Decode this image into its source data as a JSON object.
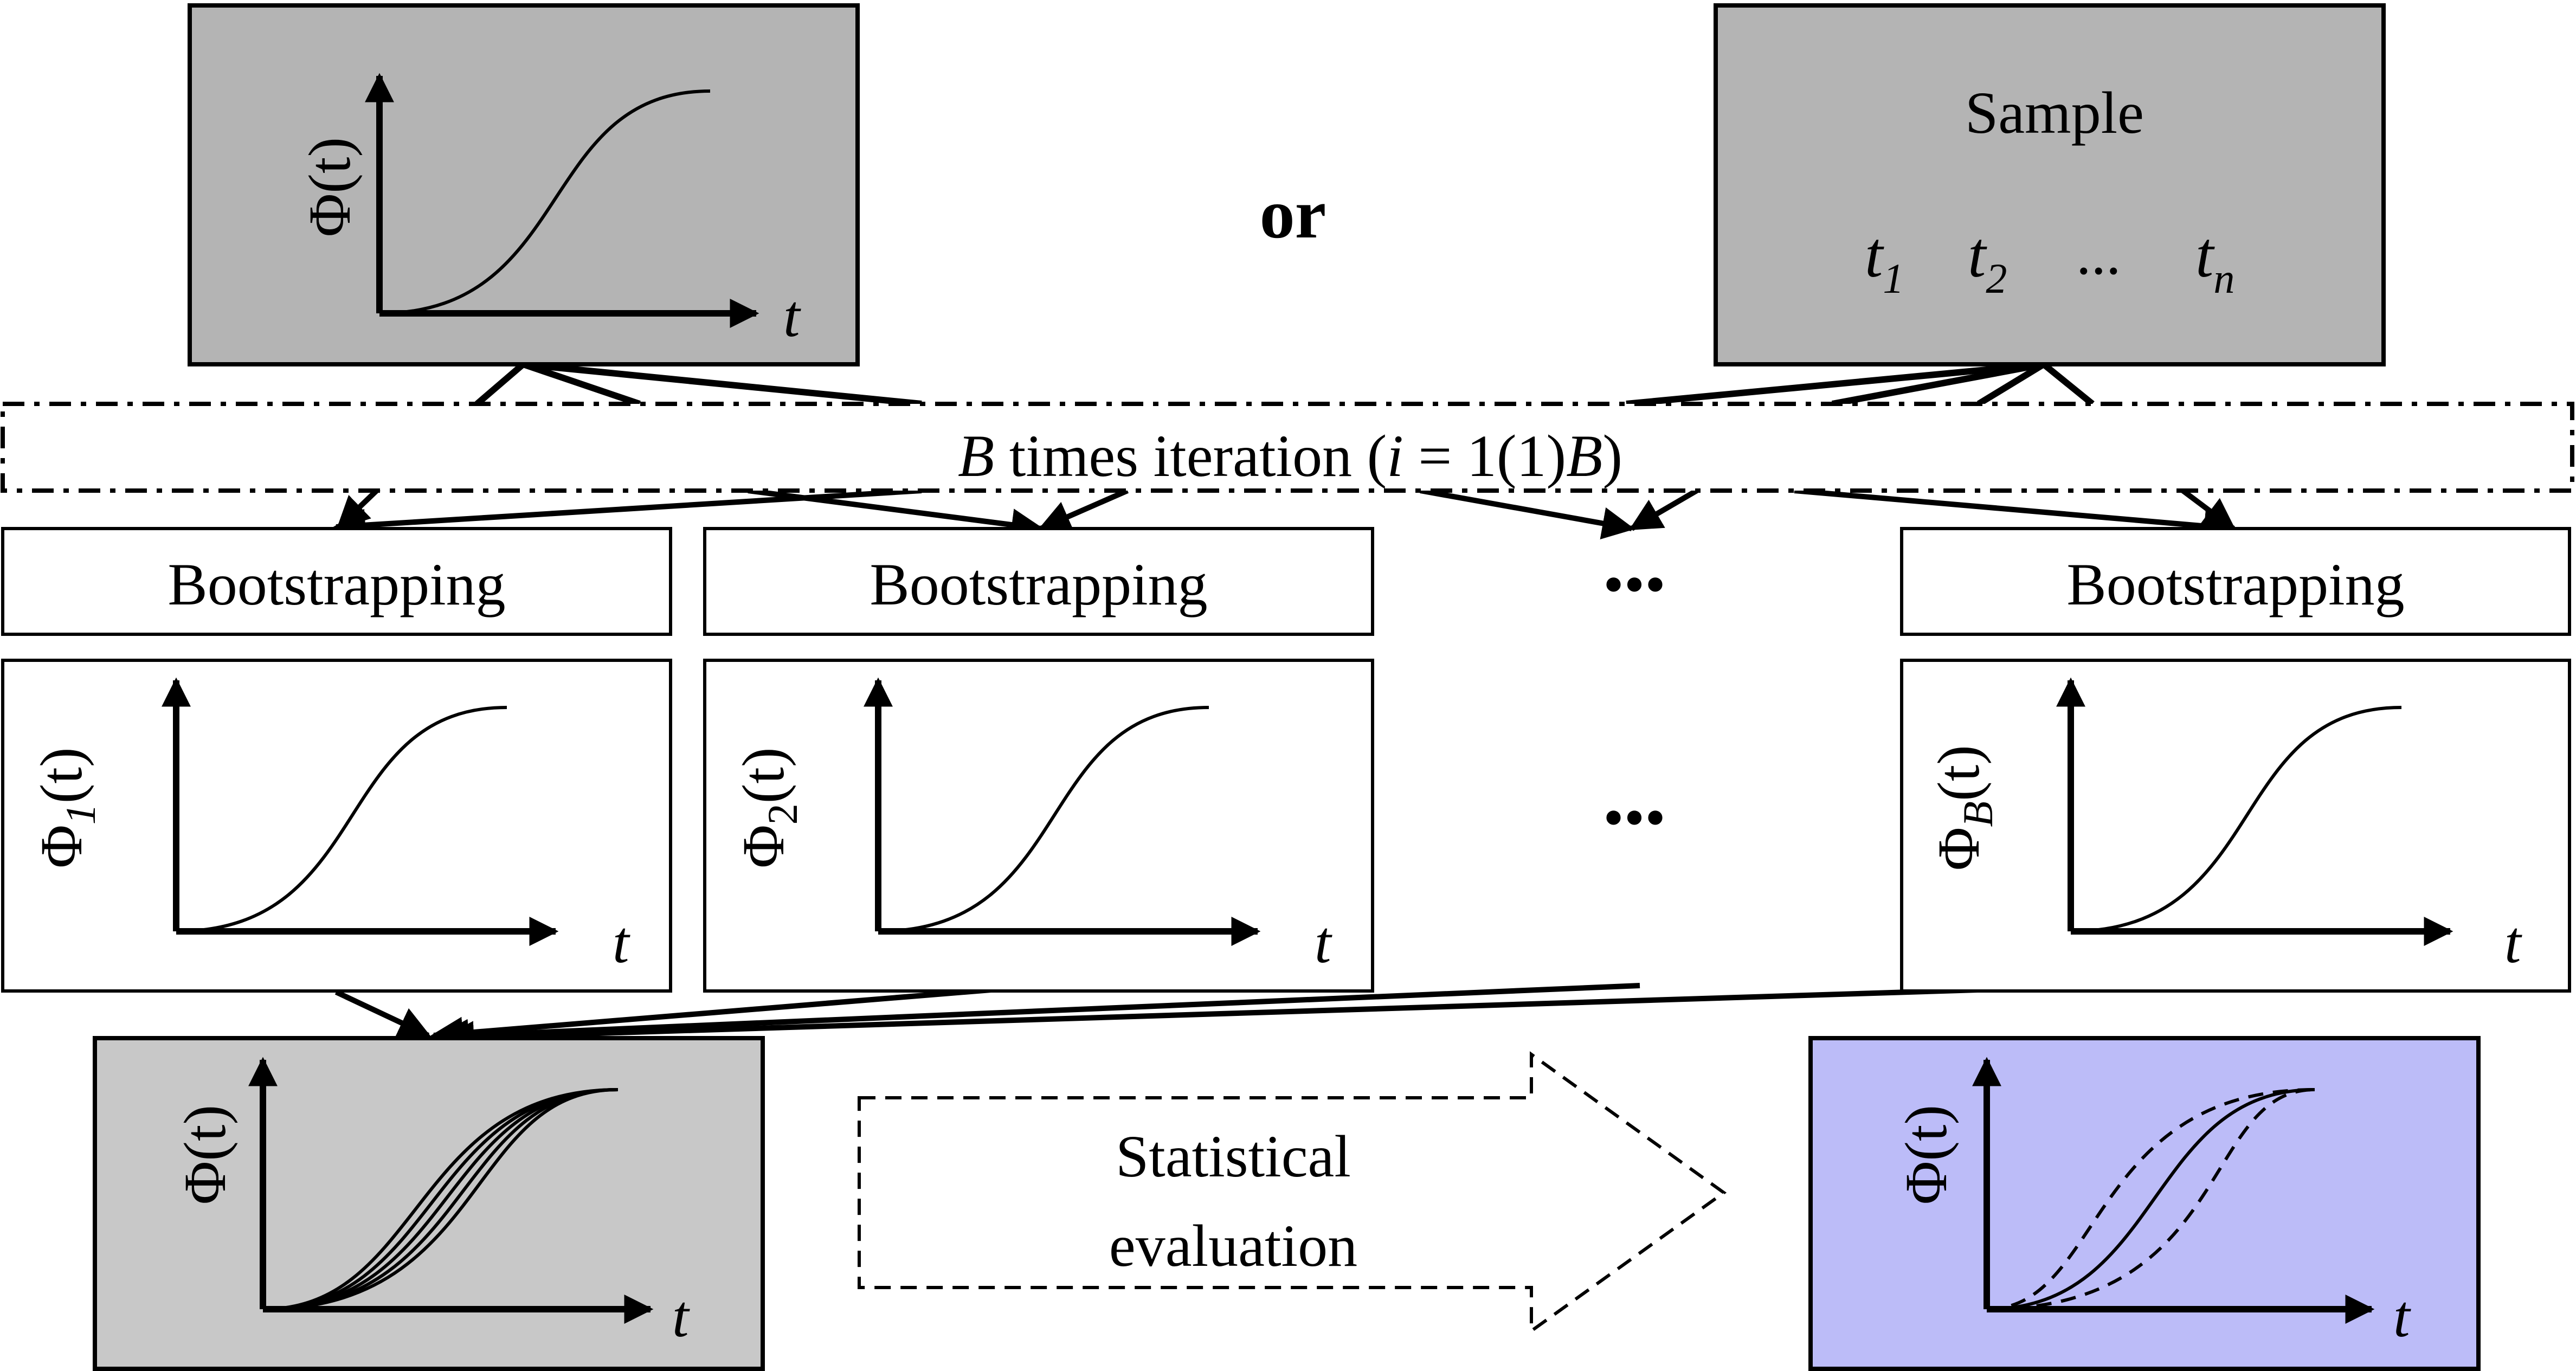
{
  "or_label": "or",
  "sample": {
    "title": "Sample",
    "t1": "t",
    "t1_sub": "1",
    "t2": "t",
    "t2_sub": "2",
    "ellipsis": "...",
    "tn": "t",
    "tn_sub": "n"
  },
  "iteration": {
    "B": "B",
    "text1": " times iteration (",
    "i": "i",
    "text2": " = 1(1)",
    "B2": "B",
    "text3": ")"
  },
  "bootstrapping_label": "Bootstrapping",
  "ellipsis_dots": "•••",
  "axis_t": "t",
  "ylabels": {
    "phi": "Φ(t)",
    "phi1": {
      "main": "Φ",
      "sub": "1",
      "arg": "(t)"
    },
    "phi2": {
      "main": "Φ",
      "sub": "2",
      "arg": "(t)"
    },
    "phiB": {
      "main": "Φ",
      "sub": "B",
      "arg": "(t)"
    },
    "phi_tilde": "Φ(t)"
  },
  "statistical": {
    "line1": "Statistical",
    "line2": "evaluation"
  },
  "colors": {
    "gray_dark": "#b4b4b4",
    "gray_light": "#c8c8c8",
    "violet": "#bcbcf8"
  }
}
